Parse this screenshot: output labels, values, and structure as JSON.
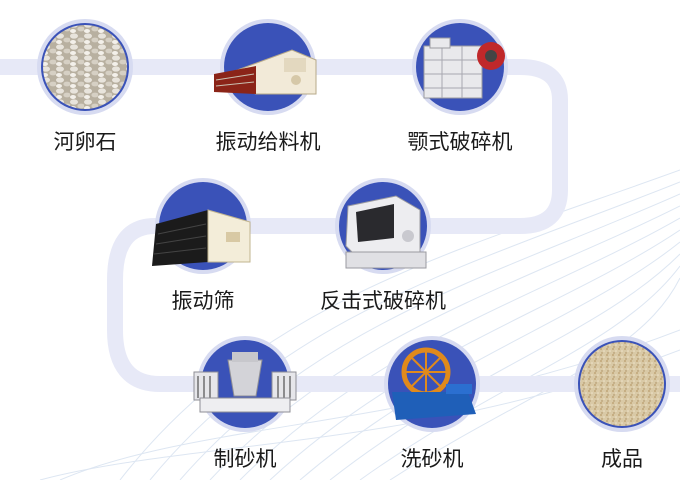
{
  "steps": [
    {
      "label": "河卵石",
      "icon": "river-pebbles-icon"
    },
    {
      "label": "振动给料机",
      "icon": "vibrating-feeder-icon"
    },
    {
      "label": "颚式破碎机",
      "icon": "jaw-crusher-icon"
    },
    {
      "label": "振动筛",
      "icon": "vibrating-screen-icon"
    },
    {
      "label": "反击式破碎机",
      "icon": "impact-crusher-icon"
    },
    {
      "label": "制砂机",
      "icon": "sand-making-machine-icon"
    },
    {
      "label": "洗砂机",
      "icon": "sand-washer-icon"
    },
    {
      "label": "成品",
      "icon": "finished-sand-icon"
    }
  ],
  "colors": {
    "circle_ring": "#3a52b8",
    "circle_ring_light": "#d7dbf1",
    "path": "#e7e9f7",
    "waves": "#dde6f2",
    "text": "#1a1a1a"
  }
}
